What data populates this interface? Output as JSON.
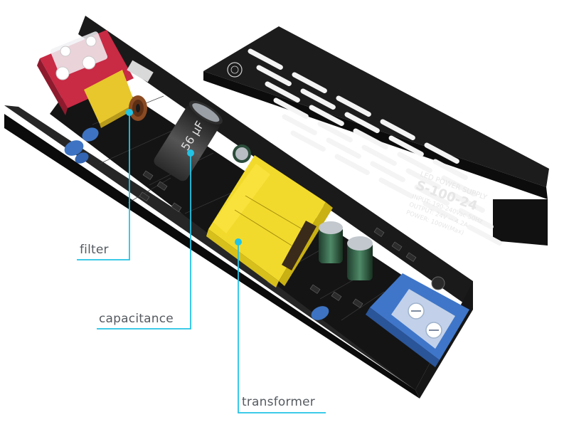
{
  "cover": {
    "brand_mark": "logo",
    "title": "LED POWER SUPPLY",
    "model": "S-100-24",
    "input": "INPUT: 190-240Vac 50Hz",
    "output": "OUTPUT: 24V ⎓ 4.2A",
    "power": "POWER: 100W(Max)"
  },
  "capacitor": {
    "marking": "56 µF"
  },
  "labels": {
    "filter": "filter",
    "capacitance": "capacitance",
    "transformer": "transformer"
  },
  "colors": {
    "callout_line": "#22c4e6",
    "pcb": "#141414",
    "housing": "#1e1e1e",
    "input_terminal": "#d8324a",
    "output_terminal": "#3f76c9",
    "transformer": "#f2da2c",
    "x_capacitor": "#e7c72c",
    "y_capacitor": "#3d73c2"
  }
}
